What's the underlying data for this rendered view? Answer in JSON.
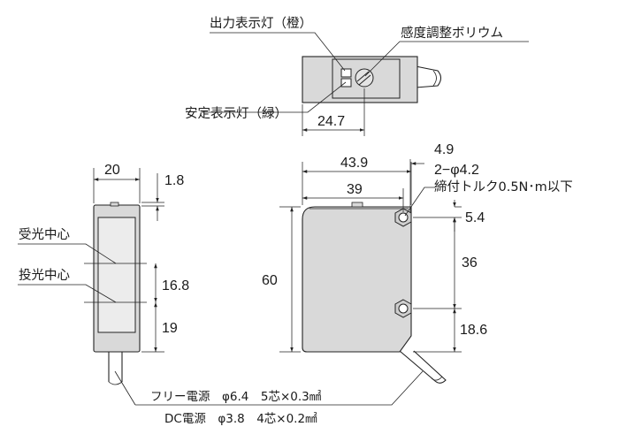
{
  "top_view": {
    "output_indicator_label": "出力表示灯（橙）",
    "sensitivity_adjuster_label": "感度調整ボリウム",
    "stability_indicator_label": "安定表示灯（緑）",
    "dim_width": "24.7"
  },
  "side_view": {
    "dim_width": "20",
    "dim_top": "1.8",
    "receiver_center_label": "受光中心",
    "emitter_center_label": "投光中心",
    "dim_mid": "16.8",
    "dim_bottom": "19"
  },
  "front_view": {
    "dim_overall_width": "43.9",
    "dim_hole_pitch_horizontal": "39",
    "dim_hole_offset": "4.9",
    "mount_hole_spec": "2−φ4.2",
    "tightening_torque": "締付トルク0.5N･m以下",
    "dim_hole_top": "5.4",
    "dim_height": "60",
    "dim_hole_pitch_vertical": "36",
    "dim_hole_bottom": "18.6"
  },
  "cable_notes": {
    "free_power": "フリー電源　φ6.4　5芯×0.3㎟",
    "dc_power": "DC電源　φ3.8　4芯×0.2㎟"
  }
}
